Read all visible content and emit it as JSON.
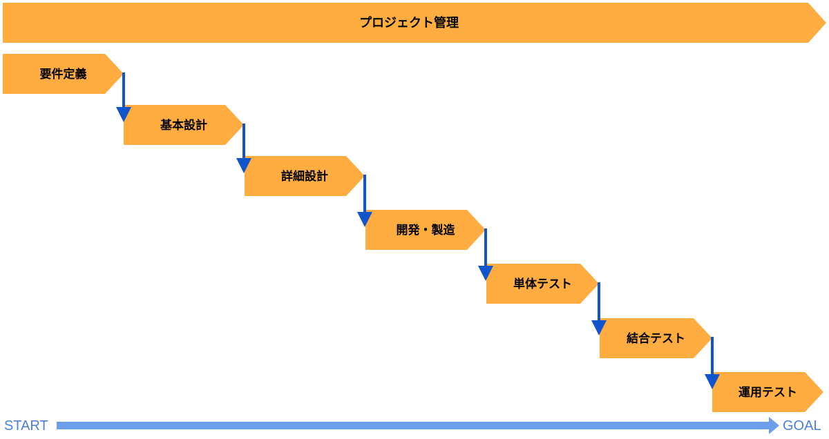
{
  "colors": {
    "stage_fill": "#FFAC40",
    "connector_arrow": "#1155CC",
    "timeline_arrow": "#6D9EEB",
    "timeline_text": "#4A7FE0",
    "text": "#000000",
    "background": "#FFFFFF"
  },
  "banner": {
    "label": "プロジェクト管理"
  },
  "stages": [
    {
      "label": "要件定義"
    },
    {
      "label": "基本設計"
    },
    {
      "label": "詳細設計"
    },
    {
      "label": "開発・製造"
    },
    {
      "label": "単体テスト"
    },
    {
      "label": "結合テスト"
    },
    {
      "label": "運用テスト"
    }
  ],
  "timeline": {
    "start_label": "START",
    "goal_label": "GOAL"
  }
}
